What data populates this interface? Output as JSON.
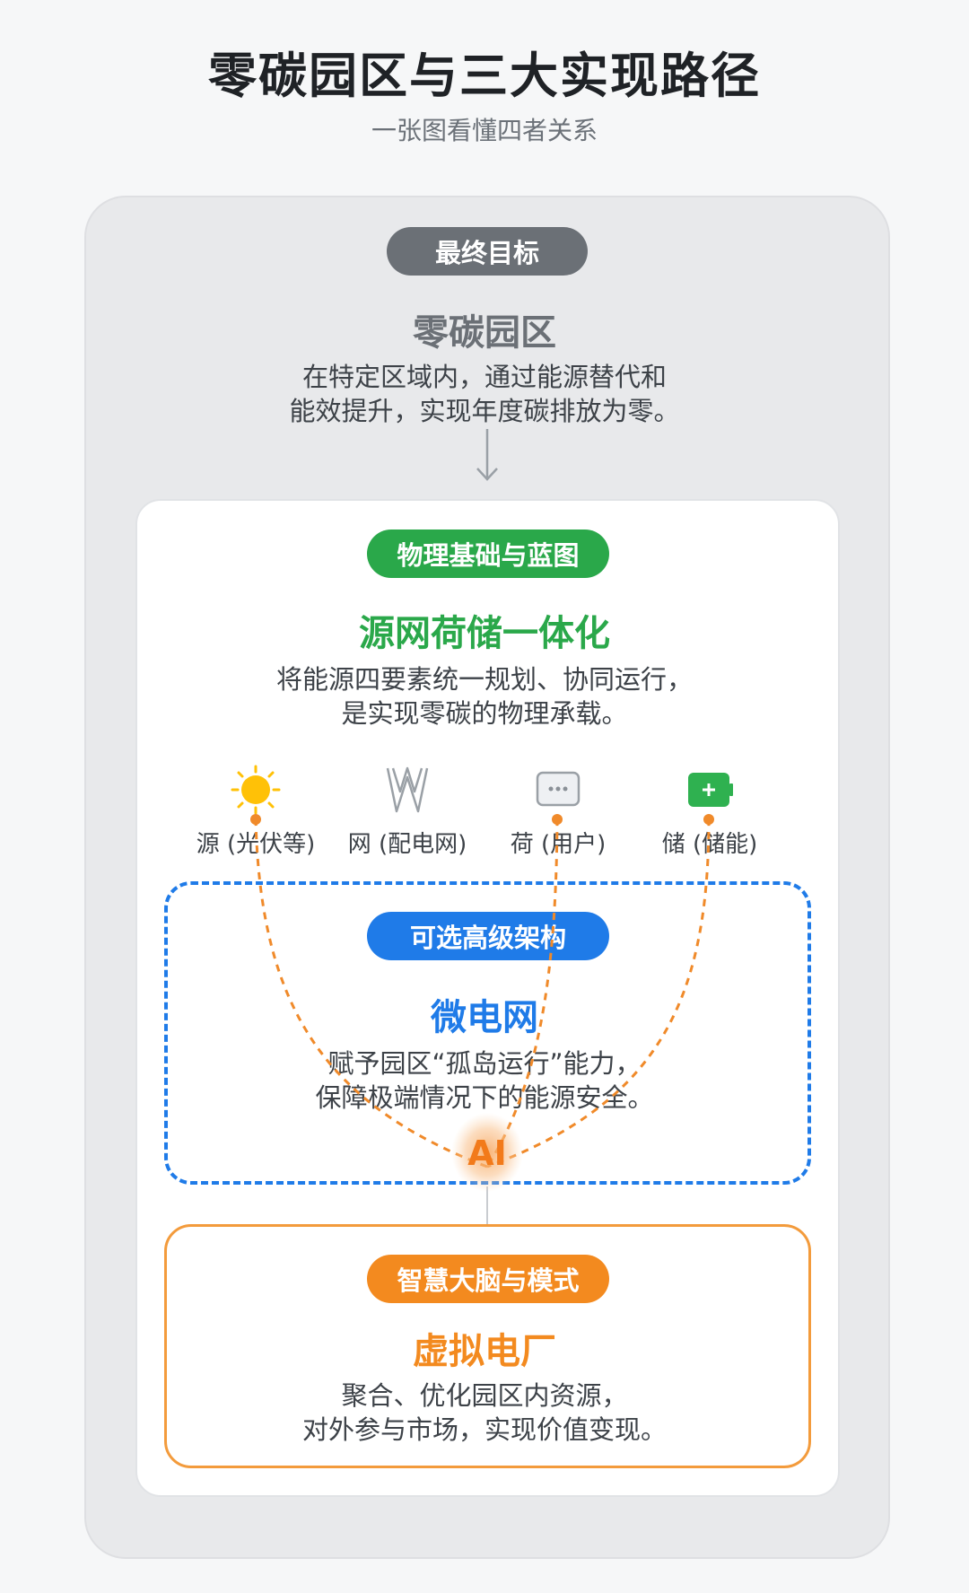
{
  "header": {
    "title": "零碳园区与三大实现路径",
    "subtitle": "一张图看懂四者关系"
  },
  "goal": {
    "badge": "最终目标",
    "heading": "零碳园区",
    "desc_line1": "在特定区域内，通过能源替代和",
    "desc_line2": "能效提升，实现年度碳排放为零。"
  },
  "foundation": {
    "badge": "物理基础与蓝图",
    "heading": "源网荷储一体化",
    "desc_line1": "将能源四要素统一规划、协同运行，",
    "desc_line2": "是实现零碳的物理承载。",
    "elements": [
      {
        "label": "源 (光伏等)",
        "icon": "sun-icon"
      },
      {
        "label": "网 (配电网)",
        "icon": "grid-icon"
      },
      {
        "label": "荷 (用户)",
        "icon": "user-device-icon"
      },
      {
        "label": "储 (储能)",
        "icon": "battery-icon"
      }
    ]
  },
  "microgrid": {
    "badge": "可选高级架构",
    "heading": "微电网",
    "desc_line1": "赋予园区“孤岛运行”能力，",
    "desc_line2": "保障极端情况下的能源安全。"
  },
  "ai_node": {
    "label": "AI"
  },
  "vpp": {
    "badge": "智慧大脑与模式",
    "heading": "虚拟电厂",
    "desc_line1": "聚合、优化园区内资源，",
    "desc_line2": "对外参与市场，实现价值变现。"
  },
  "colors": {
    "goal": "#6b7076",
    "green": "#2aa84a",
    "blue": "#1f7be8",
    "orange": "#f38a1f",
    "sun": "#ffc107",
    "battery": "#2fb150"
  }
}
